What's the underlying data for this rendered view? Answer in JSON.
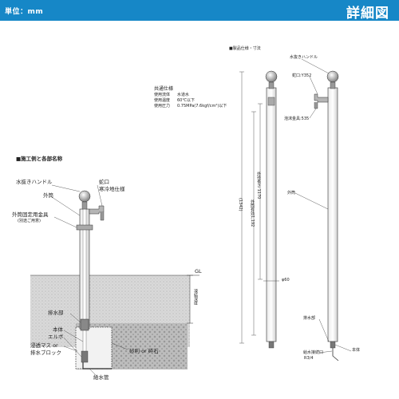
{
  "header": {
    "unit_label": "単位：mm",
    "title": "詳細図",
    "accent_color": "#1687c7"
  },
  "common_spec": {
    "title": "共通仕様",
    "rows": [
      {
        "label": "使用流体",
        "value": "水道水"
      },
      {
        "label": "使用温度",
        "value": "60℃以下"
      },
      {
        "label": "使用圧力",
        "value": "0.75MPa(7.6kgf/cm²)以下"
      }
    ]
  },
  "install_example": {
    "title": "■施工例と各部名称",
    "labels": {
      "handle": "水抜きハンドル",
      "faucet": "蛇口",
      "antifreeze": "寒冷地仕様",
      "outer_pipe": "外筒",
      "bracket": "外筒固定用金具",
      "bracket_note": "(別途ご用意)",
      "gl": "GL",
      "frost_depth": "凍結深度",
      "drain_port": "排水部",
      "body": "本体",
      "elbow": "エルボ",
      "drain_basin": "浸透マス or",
      "drain_block": "排水ブロック",
      "gravel": "砂利 or 砕石",
      "supply_pipe": "給水管"
    }
  },
  "product_spec": {
    "title": "■製品仕様・寸法",
    "labels": {
      "handle": "水抜きハンドル",
      "faucet": "蛇口:Y352",
      "foam_nozzle": "泡沫金具:535",
      "outer_pipe": "外筒",
      "drain_port": "排水部",
      "supply_port": "給水接続口",
      "supply_port_size": "R3/4",
      "body": "本体"
    },
    "dimensions": {
      "total": "(1342)",
      "outer": "外筒有効1,192",
      "inner": "外径長さ 1170",
      "diameter": "φ60"
    }
  }
}
